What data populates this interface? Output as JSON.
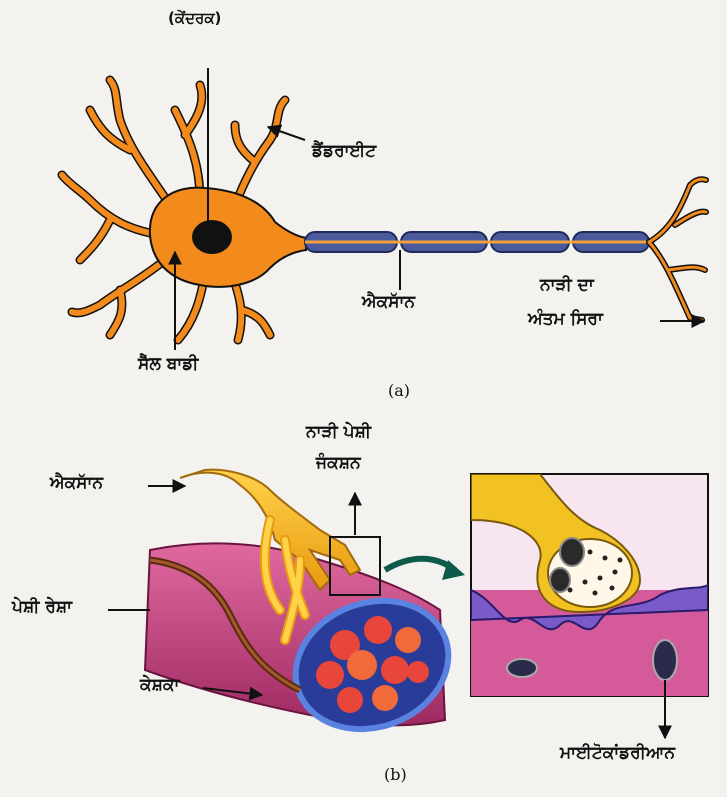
{
  "part_a": {
    "caption": "(a)",
    "labels": {
      "nucleus": "(ਕੇਂਦਰਕ)",
      "dendrite": "ਡੈਂਡਰਾਈਟ",
      "axon": "ਐਕਸਾੱਨ",
      "nerve_end_line1": "ਨਾੜੀ ਦਾ",
      "nerve_end_line2": "ਅੰਤਮ ਸਿਰਾ",
      "cell_body": "ਸੈੱਲ ਬਾਡੀ"
    }
  },
  "part_b": {
    "caption": "(b)",
    "labels": {
      "axon": "ਐਕਸਾੱਨ",
      "nmj_line1": "ਨਾੜੀ ਪੇਸ਼ੀ",
      "nmj_line2": "ਜੰਕਸ਼ਨ",
      "muscle_fiber": "ਪੇਸ਼ੀ ਰੇਸ਼ਾ",
      "nucleus": "ਕੇਸ਼ਕਾ",
      "mitochondria": "ਮਾਈਟੋਕਾਂਡਰੀਆਨ"
    }
  },
  "colors": {
    "cell_body": "#f28a1c",
    "nucleus": "#111111",
    "myelin": "#4a5a9a",
    "axon_b": "#f2b522",
    "muscle": "#c23c7a",
    "muscle_edge": "#3a63c6",
    "myofibril": "#e8463a"
  }
}
